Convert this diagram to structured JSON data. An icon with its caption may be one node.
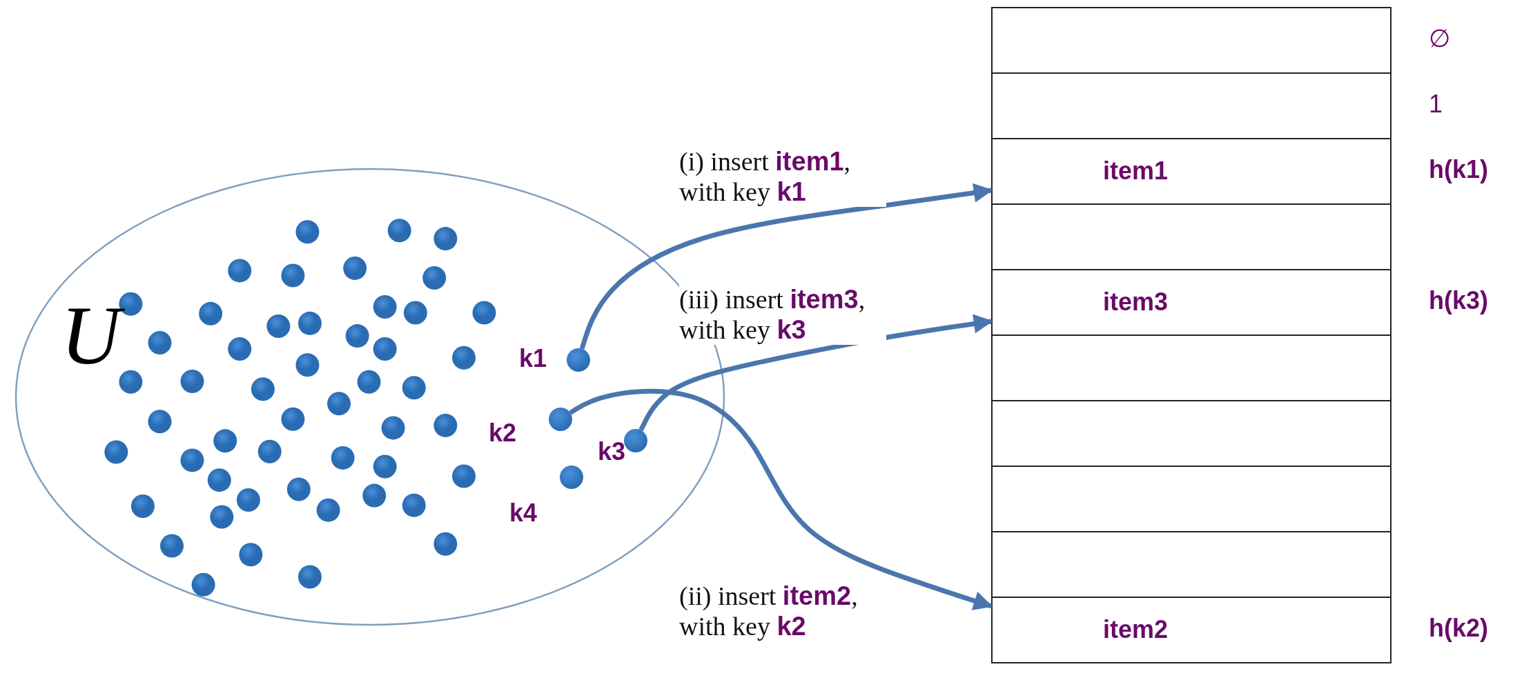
{
  "diagram": {
    "nodes": [
      {
        "text": [
          "U"
        ]
      },
      {
        "text": [],
        "shape": "circle",
        "in": 0,
        "beside": [
          "k1"
        ]
      },
      {
        "text": [],
        "shape": "circle",
        "in": 0,
        "beside": [
          "k2"
        ]
      },
      {
        "text": [],
        "shape": "circle",
        "in": 0,
        "beside": [
          "k3"
        ]
      },
      {
        "text": [],
        "shape": "circle",
        "in": 0,
        "beside": [
          "k4"
        ]
      },
      {
        "text": [],
        "shape": "box",
        "beside": [
          "∅"
        ]
      },
      {
        "text": [],
        "shape": "box",
        "beside": [
          "1"
        ]
      },
      {
        "text": [
          "item1"
        ],
        "beside": [
          "h(k1)"
        ]
      },
      {
        "text": [],
        "shape": "box"
      },
      {
        "text": [
          "item3"
        ],
        "beside": [
          "h(k3)"
        ]
      },
      {
        "text": [],
        "shape": "box"
      },
      {
        "text": [],
        "shape": "box"
      },
      {
        "text": [],
        "shape": "box"
      },
      {
        "text": [],
        "shape": "box"
      },
      {
        "text": [
          "item2"
        ],
        "beside": [
          "h(k2)"
        ]
      }
    ],
    "edges": [
      {
        "from": 1,
        "to": 7,
        "arrow": "to",
        "label": "(i) insert **item1**, with key **k1**"
      },
      {
        "from": 3,
        "to": 9,
        "arrow": "to",
        "label": "(iii) insert **item3**, with key **k3**"
      },
      {
        "from": 2,
        "to": 14,
        "arrow": "to",
        "label": "(ii) insert **item2**, with key **k2**"
      }
    ]
  }
}
